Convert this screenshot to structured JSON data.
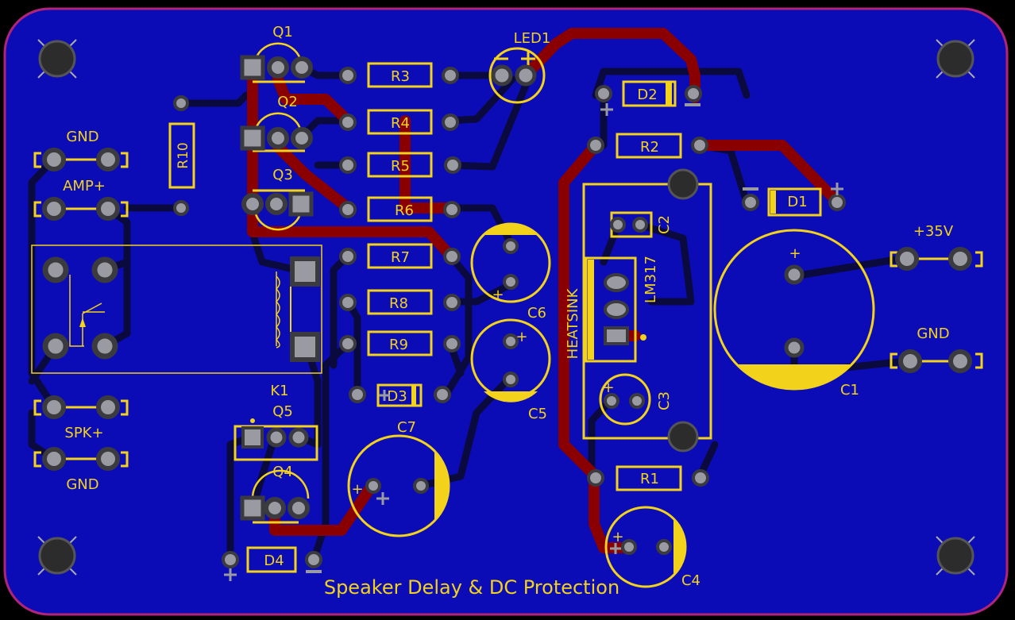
{
  "board": {
    "title": "Speaker Delay & DC Protection",
    "colors": {
      "background": "#000000",
      "pour": "#0c0cb6",
      "outline": "#b1247a",
      "silk": "#f2d21b",
      "copper_top": "#8a0000",
      "pad": "#9a9aa2",
      "pad_dark": "#3b3b3f",
      "trace_bottom": "#0a0a2a"
    }
  },
  "components": {
    "Q1": "Q1",
    "Q2": "Q2",
    "Q3": "Q3",
    "Q4": "Q4",
    "Q5": "Q5",
    "R1": "R1",
    "R2": "R2",
    "R3": "R3",
    "R4": "R4",
    "R5": "R5",
    "R6": "R6",
    "R7": "R7",
    "R8": "R8",
    "R9": "R9",
    "R10": "R10",
    "D1": "D1",
    "D2": "D2",
    "D3": "D3",
    "D4": "D4",
    "C1": "C1",
    "C2": "C2",
    "C3": "C3",
    "C4": "C4",
    "C5": "C5",
    "C6": "C6",
    "C7": "C7",
    "LED1": "LED1",
    "K1": "K1",
    "LM317": "LM317",
    "HEATSINK": "HEATSINK"
  },
  "connectors": {
    "gnd_top": "GND",
    "amp": "AMP+",
    "spk": "SPK+",
    "gnd_bottom": "GND",
    "vin": "+35V",
    "gnd_right": "GND"
  },
  "polarity": {
    "plus": "+",
    "minus": "−"
  }
}
